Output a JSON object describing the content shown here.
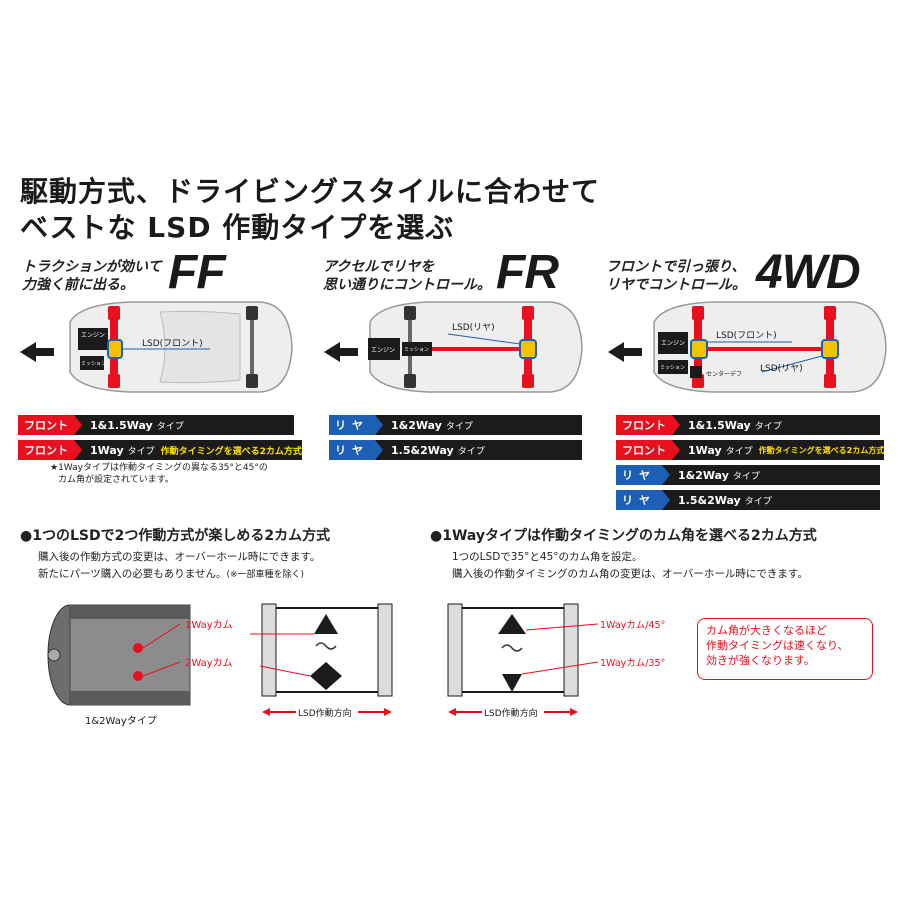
{
  "title": {
    "line1": "駆動方式、ドライビングスタイルに合わせて",
    "line2": "ベストな LSD 作動タイプを選ぶ"
  },
  "ff": {
    "lead1": "トラクションが効いて",
    "lead2": "力強く前に出る。",
    "big": "FF",
    "engine": "エンジン",
    "mission": "ミッション",
    "lsd": "LSD(フロント)",
    "tags": [
      {
        "label": "フロント",
        "value": "1&1.5Way",
        "small": "タイプ",
        "highlight": ""
      },
      {
        "label": "フロント",
        "value": "1Way",
        "small": "タイプ",
        "highlight": "作動タイミングを選べる2カム方式"
      }
    ],
    "note1": "★1Wayタイプは作動タイミングの異なる35°と45°の",
    "note2": "カム角が設定されています。"
  },
  "fr": {
    "lead1": "アクセルでリヤを",
    "lead2": "思い通りにコントロール。",
    "big": "FR",
    "engine": "エンジン",
    "mission": "ミッション",
    "lsd": "LSD(リヤ)",
    "tags": [
      {
        "label": "リヤ",
        "value": "1&2Way",
        "small": "タイプ",
        "highlight": ""
      },
      {
        "label": "リヤ",
        "value": "1.5&2Way",
        "small": "タイプ",
        "highlight": ""
      }
    ]
  },
  "awd": {
    "lead1": "フロントで引っ張り、",
    "lead2": "リヤでコントロール。",
    "big": "4WD",
    "engine": "エンジン",
    "mission": "ミッション",
    "center_diff": "センターデフ",
    "lsd_front": "LSD(フロント)",
    "lsd_rear": "LSD(リヤ)",
    "tags": [
      {
        "label": "フロント",
        "value": "1&1.5Way",
        "small": "タイプ",
        "highlight": ""
      },
      {
        "label": "フロント",
        "value": "1Way",
        "small": "タイプ",
        "highlight": "作動タイミングを選べる2カム方式"
      },
      {
        "label": "リヤ",
        "value": "1&2Way",
        "small": "タイプ",
        "highlight": ""
      },
      {
        "label": "リヤ",
        "value": "1.5&2Way",
        "small": "タイプ",
        "highlight": ""
      }
    ]
  },
  "section_left": {
    "heading": "●1つのLSDで2つ作動方式が楽しめる2カム方式",
    "desc1": "購入後の作動方式の変更は、オーバーホール時にできます。",
    "desc2": "新たにパーツ購入の必要もありません。",
    "desc2_small": "(※一部車種を除く)",
    "cam1": "1Wayカム",
    "cam2": "2Wayカム",
    "photo_caption": "1&2Wayタイプ",
    "direction": "LSD作動方向"
  },
  "section_right": {
    "heading": "●1Wayタイプは作動タイミングのカム角を選べる2カム方式",
    "desc1": "1つのLSDで35°と45°のカム角を設定。",
    "desc2": "購入後の作動タイミングのカム角の変更は、オーバーホール時にできます。",
    "cam1": "1Wayカム/45°",
    "cam2": "1Wayカム/35°",
    "direction": "LSD作動方向",
    "callout1": "カム角が大きくなるほど",
    "callout2": "作動タイミングは速くなり、",
    "callout3": "効きが強くなります。"
  },
  "colors": {
    "accent_red": "#e8101f",
    "accent_blue": "#1c5fb5",
    "lsd_yellow": "#f2c400",
    "bar_dark": "#1b1b1b"
  }
}
